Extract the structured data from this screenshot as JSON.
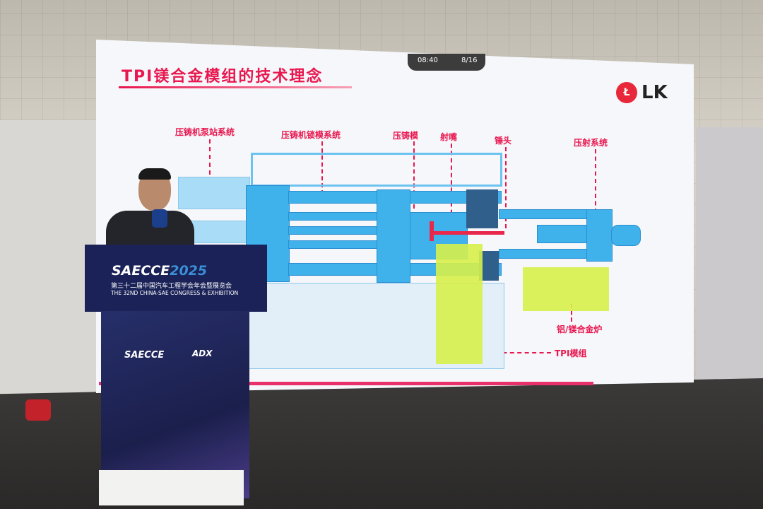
{
  "slide": {
    "title": "TPI镁合金模组的技术理念",
    "timer": "08:40",
    "page": "8/16",
    "logo_text": "LK",
    "labels": {
      "pump_station": "压铸机泵站系统",
      "clamping": "压铸机锁模系统",
      "die": "压铸模",
      "nozzle": "射嘴",
      "hammer": "锤头",
      "injection": "压射系统",
      "furnace": "铝/镁合金炉",
      "tpi_module": "TPI模组"
    }
  },
  "podium": {
    "brand": "SAECCE",
    "year": "2025",
    "subtitle_cn": "第三十二届中国汽车工程学会年会暨展览会",
    "subtitle_en": "THE 32ND CHINA-SAE CONGRESS & EXHIBITION",
    "logo_left": "SAECCE",
    "logo_right": "ADX"
  }
}
